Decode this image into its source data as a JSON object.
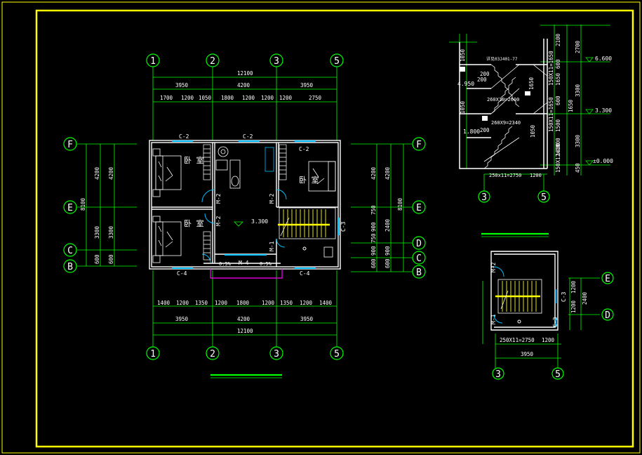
{
  "colors": {
    "background": "#000000",
    "frame": "#ffff00",
    "dim": "#00ff00",
    "wall": "#ffffff",
    "window": "#00bfff",
    "stair": "#ffff00",
    "accent": "#ff00ff"
  },
  "plan": {
    "axes_top": [
      "1",
      "2",
      "3",
      "5"
    ],
    "axes_bottom": [
      "1",
      "2",
      "3",
      "5"
    ],
    "axes_left": [
      "F",
      "E",
      "C",
      "B"
    ],
    "axes_right": [
      "F",
      "E",
      "D",
      "C",
      "B"
    ],
    "top_total": "12100",
    "top_mid": [
      "3950",
      "4200",
      "3950"
    ],
    "top_detail": [
      "1700",
      "1200",
      "1050",
      "1800",
      "1200",
      "1200",
      "1200",
      "2750"
    ],
    "bottom_detail": [
      "1400",
      "1200",
      "1350",
      "1200",
      "1800",
      "1200",
      "1350",
      "1200",
      "1400"
    ],
    "bottom_mid": [
      "3950",
      "4200",
      "3950"
    ],
    "bottom_total": "12100",
    "left_outer": "8100",
    "left_inner": [
      "4200",
      "3300",
      "600"
    ],
    "left_inner2": [
      "4200",
      "3300",
      "600"
    ],
    "right_inner": [
      "4200",
      "750",
      "900",
      "750",
      "900",
      "600"
    ],
    "right_mid": [
      "4200",
      "2400",
      "900",
      "600"
    ],
    "right_outer": "8100",
    "windows": [
      "C-2",
      "C-2",
      "C-2",
      "C-3",
      "C-4",
      "C-4"
    ],
    "doors": [
      "M-2",
      "M-2",
      "M-2",
      "M-1",
      "M-4"
    ],
    "rooms": [
      "卧 室",
      "卧 室",
      "卧 室"
    ],
    "level": "3.300",
    "slope_left": "0.5%",
    "slope_right": "0.5%"
  },
  "section": {
    "levels": [
      "6.600",
      "3.300",
      "±0.000"
    ],
    "left_levels": [
      "4.950",
      "1.800"
    ],
    "right_dims": [
      "2100",
      "2700",
      "600",
      "1650",
      "3300",
      "600",
      "1650",
      "1500",
      "1800",
      "3300",
      "450"
    ],
    "stair_notes": [
      "150X11=1650",
      "150X11=1650",
      "150X12=1800"
    ],
    "tread_notes": [
      "260X10=2600",
      "260X9=2340"
    ],
    "left_dims": [
      "1050",
      "200",
      "1050",
      "200",
      "1050",
      "1650",
      "200"
    ],
    "bottom_dims": [
      "250x11=2750",
      "1200"
    ],
    "axes": [
      "3",
      "5"
    ],
    "note_label": "详见03J401-77"
  },
  "detail": {
    "axes_right": [
      "E",
      "D"
    ],
    "axes_bottom": [
      "3",
      "5"
    ],
    "right_dims": [
      "1200",
      "1200",
      "2400"
    ],
    "bottom_dims": [
      "250X11=2750",
      "1200"
    ],
    "bottom_total": "3950",
    "labels": [
      "M-2",
      "M-1",
      "C-3",
      "C-3"
    ]
  }
}
